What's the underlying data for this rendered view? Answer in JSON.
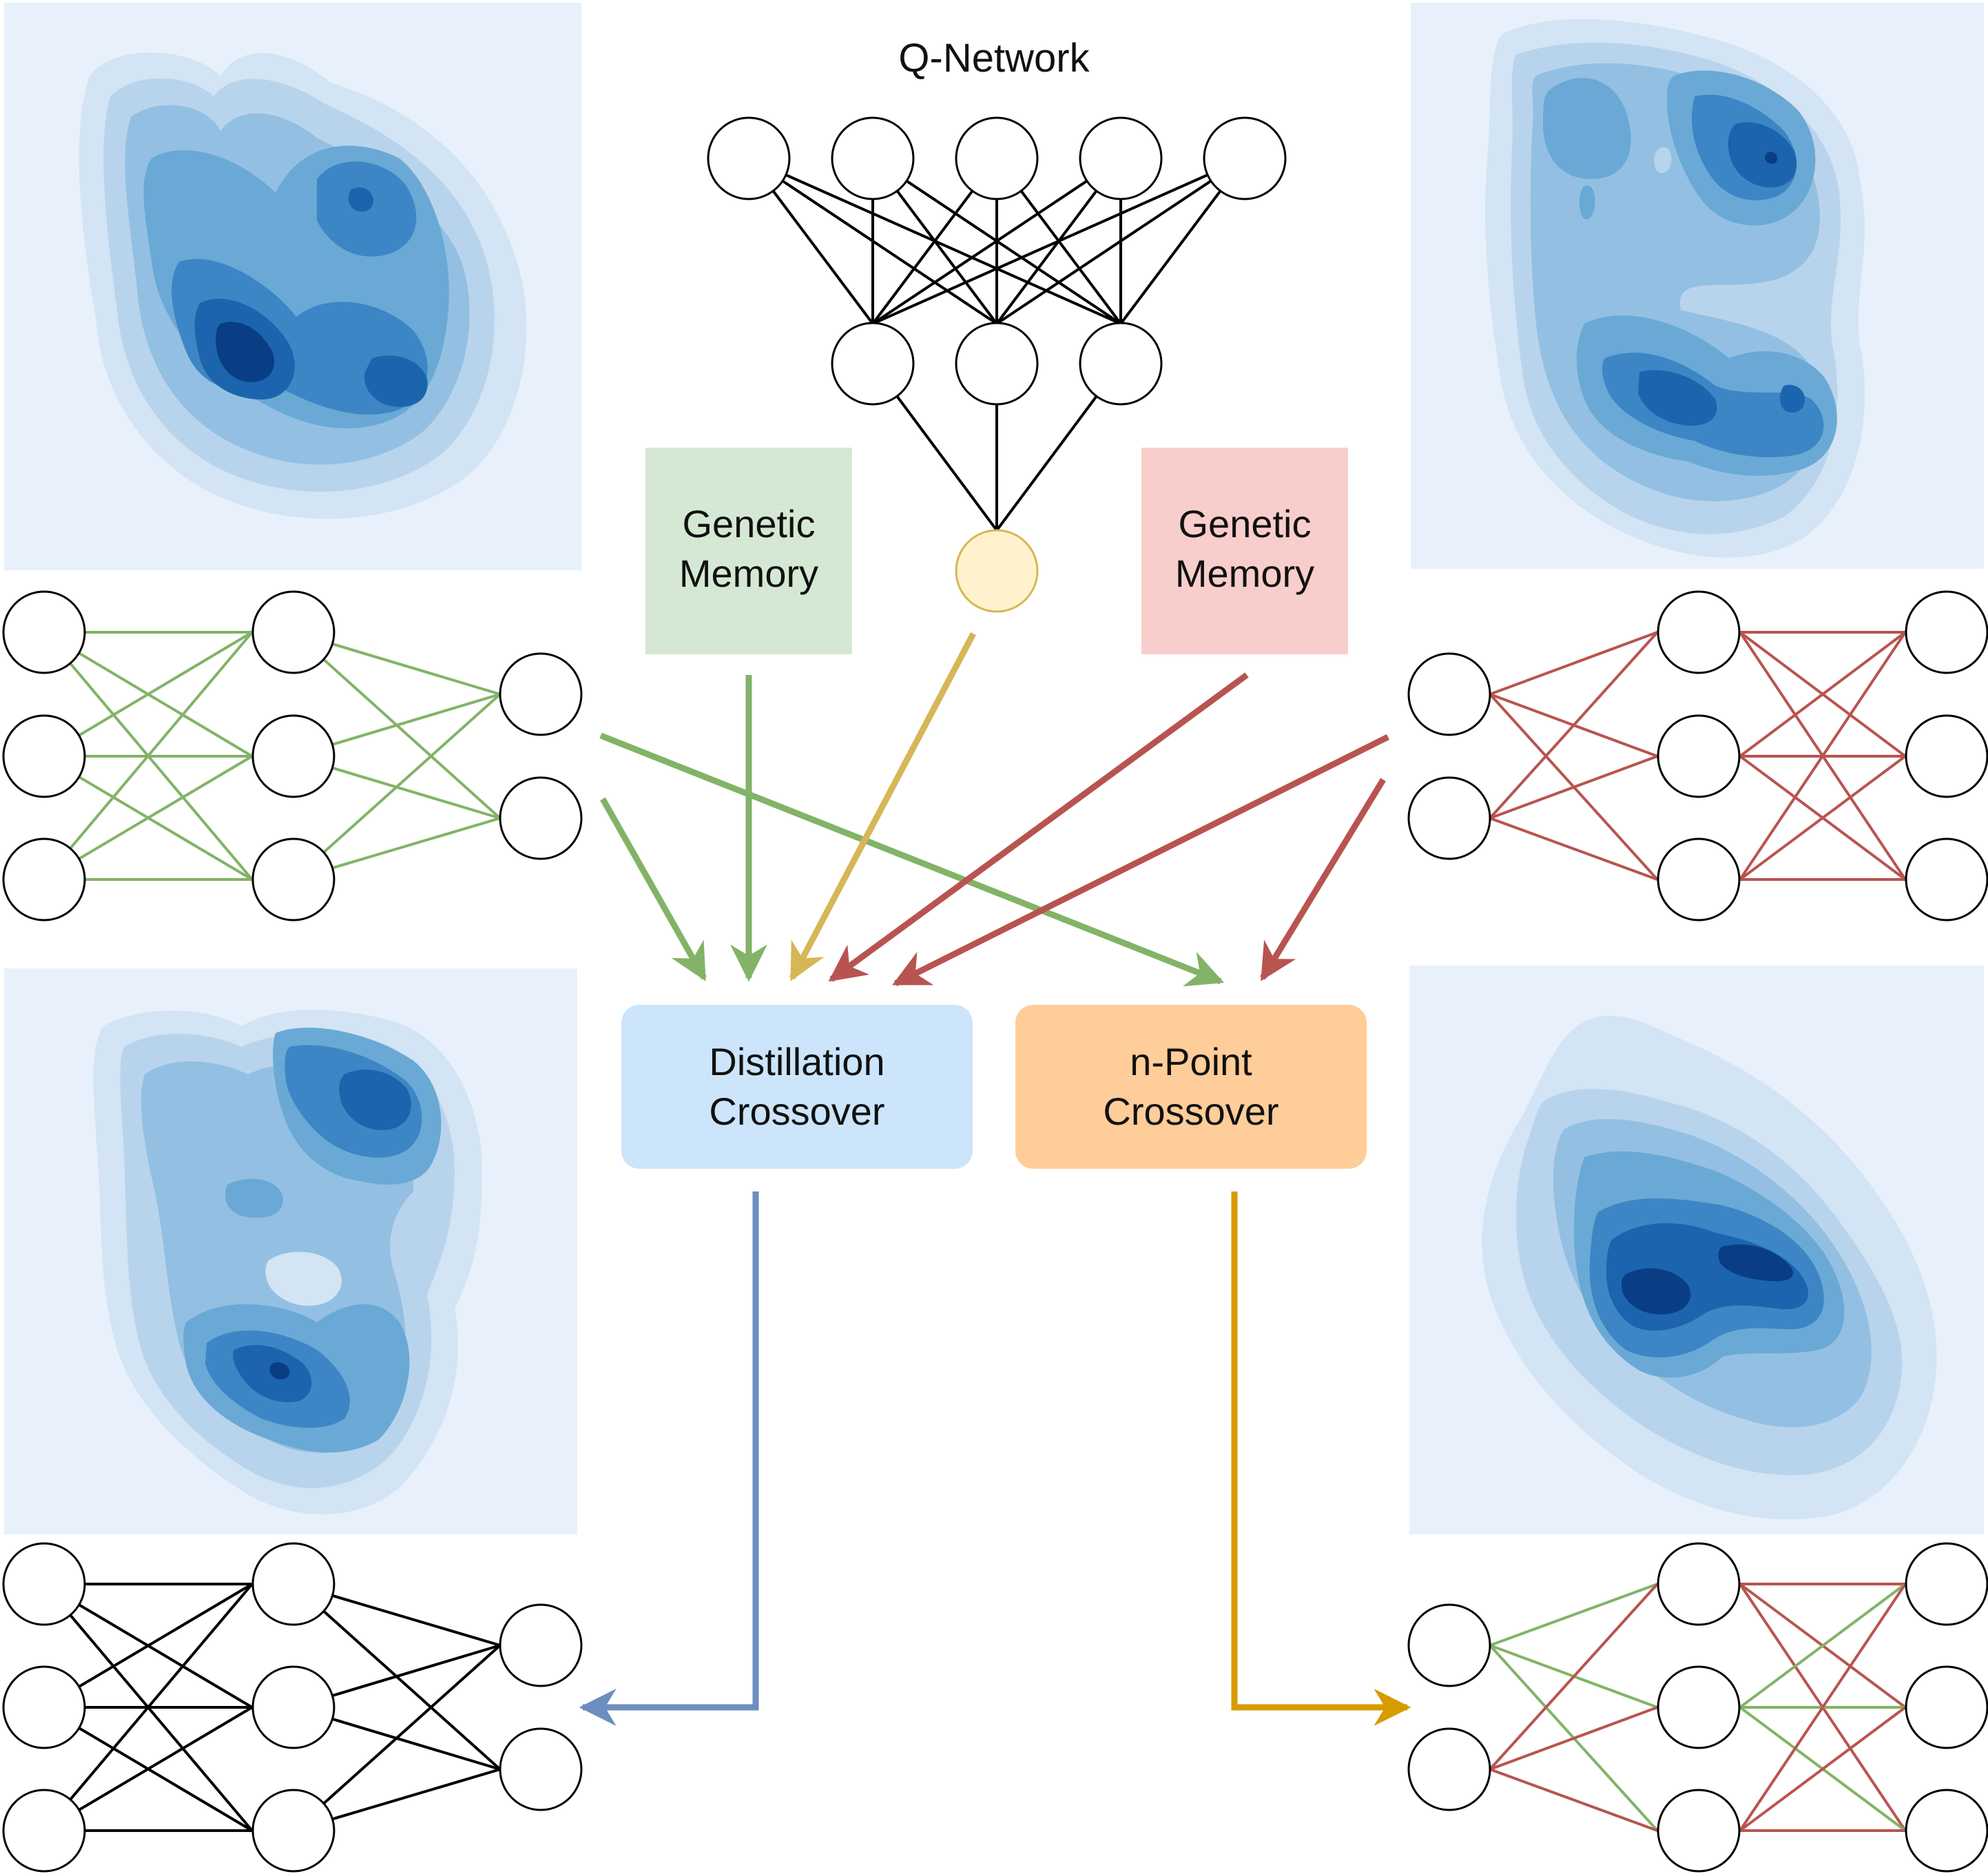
{
  "title": "Q-Network",
  "genetic_memory_green": {
    "line1": "Genetic",
    "line2": "Memory",
    "fill": "#d5e8d4"
  },
  "genetic_memory_red": {
    "line1": "Genetic",
    "line2": "Memory",
    "fill": "#f8cecc"
  },
  "distillation_crossover": {
    "line1": "Distillation",
    "line2": "Crossover",
    "fill": "#cce5fb"
  },
  "n_point_crossover": {
    "line1": "n-Point",
    "line2": "Crossover",
    "fill": "#ffcd99"
  },
  "colors": {
    "parent_a": "#82b366",
    "parent_b": "#b85450",
    "qnet_output": "#d6b656",
    "distill_out": "#6c8ebf",
    "npoint_out": "#d79b00",
    "contour_bg": "#e8f1fb",
    "contour_levels": [
      "#d3e4f4",
      "#b8d4ec",
      "#93c0e2",
      "#6aa9d6",
      "#3d86c5",
      "#1c64ad",
      "#093e85"
    ]
  },
  "icons": [
    "neural-network-icon",
    "density-contour-plot",
    "arrow-icon"
  ]
}
